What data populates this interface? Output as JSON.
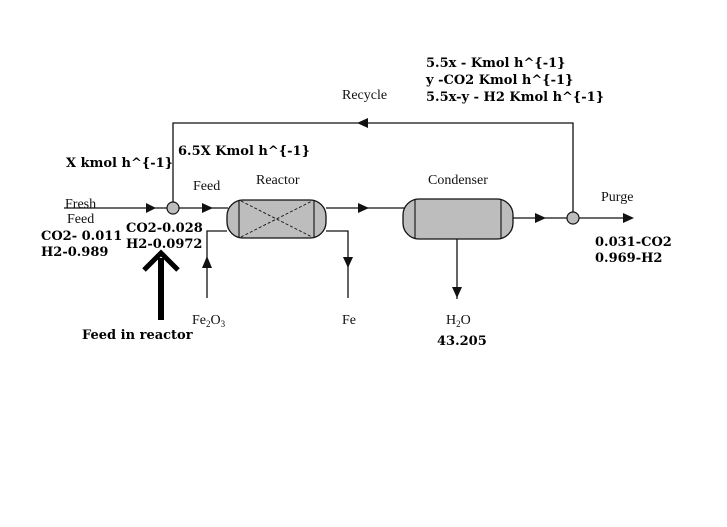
{
  "diagram": {
    "fresh_feed_label_1": "Fresh",
    "fresh_feed_label_2": "Feed",
    "fresh_feed_rate": "X kmol h^{-1}",
    "fresh_co2": "CO2- 0.011",
    "fresh_h2": "H2-0.989",
    "mixed_feed_rate": "6.5X Kmol h^{-1}",
    "feed_label": "Feed",
    "reactor_feed_co2": "CO2-0.028",
    "reactor_feed_h2": "H2-0.0972",
    "feed_in_reactor_label": "Feed in reactor",
    "reactor_label": "Reactor",
    "fe2o3_main": "Fe",
    "fe2o3_sub1": "2",
    "fe2o3_mid": "O",
    "fe2o3_sub2": "3",
    "fe_label": "Fe",
    "condenser_label": "Condenser",
    "water_main": "H",
    "water_sub": "2",
    "water_end": "O",
    "water_value": "43.205",
    "recycle_label": "Recycle",
    "recycle_line1": "5.5x - Kmol h^{-1}",
    "recycle_line2": "y -CO2 Kmol h^{-1}",
    "recycle_line3": "5.5x-y - H2 Kmol h^{-1}",
    "purge_label": "Purge",
    "purge_co2": "0.031-CO2",
    "purge_h2": "0.969-H2"
  }
}
